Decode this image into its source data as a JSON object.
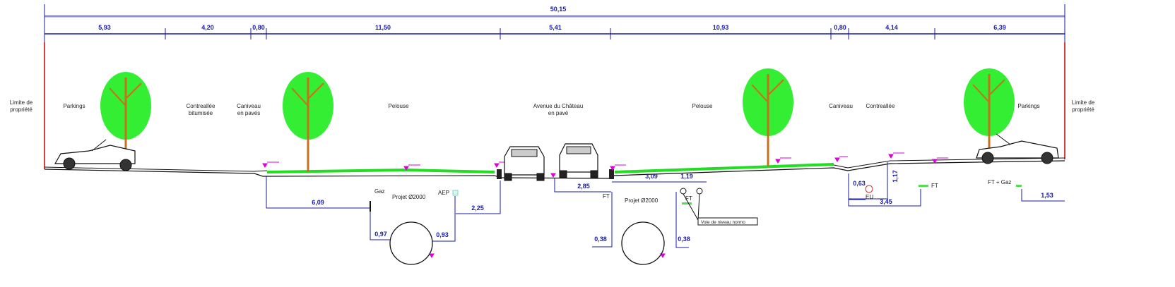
{
  "colors": {
    "dimension": "#1a1aa8",
    "lawn": "#22dd22",
    "property_limit": "#cc0000",
    "tree_leaves": "#33ee33",
    "tree_trunk": "#c8701e",
    "level_marker": "#dd00dd"
  },
  "overall_width": "50,15",
  "segments": [
    "5,93",
    "4,20",
    "0,80",
    "11,50",
    "5,41",
    "10,93",
    "0,80",
    "4,14",
    "6,39"
  ],
  "zones": {
    "limit_left": [
      "Limite de",
      "propriété"
    ],
    "parking_left": "Parkings",
    "contre_allee_left": [
      "Contreallée",
      "bitumisée"
    ],
    "caniveau_left": [
      "Caniveau",
      "en pavés"
    ],
    "pelouse_left": "Pelouse",
    "avenue": [
      "Avenue du Château",
      "en pavé"
    ],
    "pelouse_right": "Pelouse",
    "caniveau_right": "Caniveau",
    "contre_allee_right": "Contreallée",
    "parking_right": "Parkings",
    "limit_right": [
      "Limite de",
      "propriété"
    ]
  },
  "networks": {
    "gaz": "Gaz",
    "projet_left": "Projet Ø2000",
    "aep": "AEP",
    "ft_center": "FT",
    "projet_right": "Projet Ø2000",
    "ft_right": "FT",
    "callout": "Voie de niveau normo",
    "eu": "EU",
    "ft_far": "FT",
    "ft_gaz": "FT + Gaz"
  },
  "dimensions_below": [
    "6,09",
    "0,97",
    "0,93",
    "2,25",
    "2,85",
    "3,09",
    "1,19",
    "0,38",
    "0,38",
    "0,63",
    "1,17",
    "3,45",
    "1,53"
  ]
}
